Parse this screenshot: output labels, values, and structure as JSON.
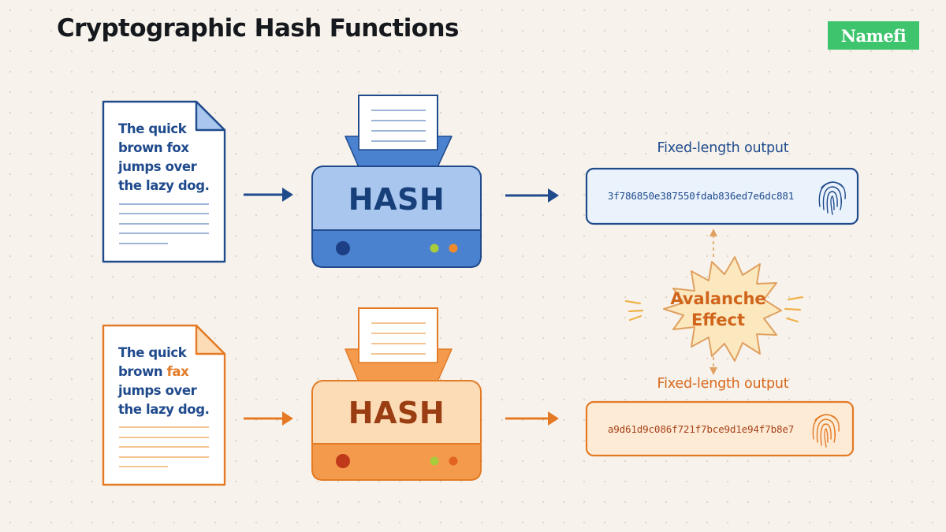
{
  "title": "Cryptographic Hash Functions",
  "logo": {
    "text": "Namefi"
  },
  "inputs": {
    "original": {
      "lines": [
        "The quick",
        "brown fox",
        "jumps over",
        "the lazy dog."
      ]
    },
    "modified": {
      "line1": "The quick",
      "line2_prefix": "brown ",
      "line2_changed": "fax",
      "line3": "jumps over",
      "line4": "the lazy dog."
    }
  },
  "hash_boxes": {
    "top_label": "HASH",
    "bottom_label": "HASH"
  },
  "outputs": {
    "top": {
      "caption": "Fixed-length output",
      "value": "3f786850e387550fdab836ed7e6dc881"
    },
    "bottom": {
      "caption": "Fixed-length output",
      "value": "a9d61d9c086f721f7bce9d1e94f7b8e7"
    }
  },
  "avalanche": {
    "line1": "Avalanche",
    "line2": "Effect"
  },
  "icons": [
    "document-icon",
    "arrow-right-icon",
    "hash-machine-icon",
    "fingerprint-icon",
    "starburst-icon"
  ],
  "colors": {
    "blue": "#1f4a8c",
    "blue_fill": "#a9c6ee",
    "blue_base": "#4b82cf",
    "orange": "#e47a25",
    "orange_fill": "#fcdcb6",
    "orange_base": "#f39a4c",
    "logo_green": "#3ec46d",
    "background": "#f7f3ec"
  }
}
